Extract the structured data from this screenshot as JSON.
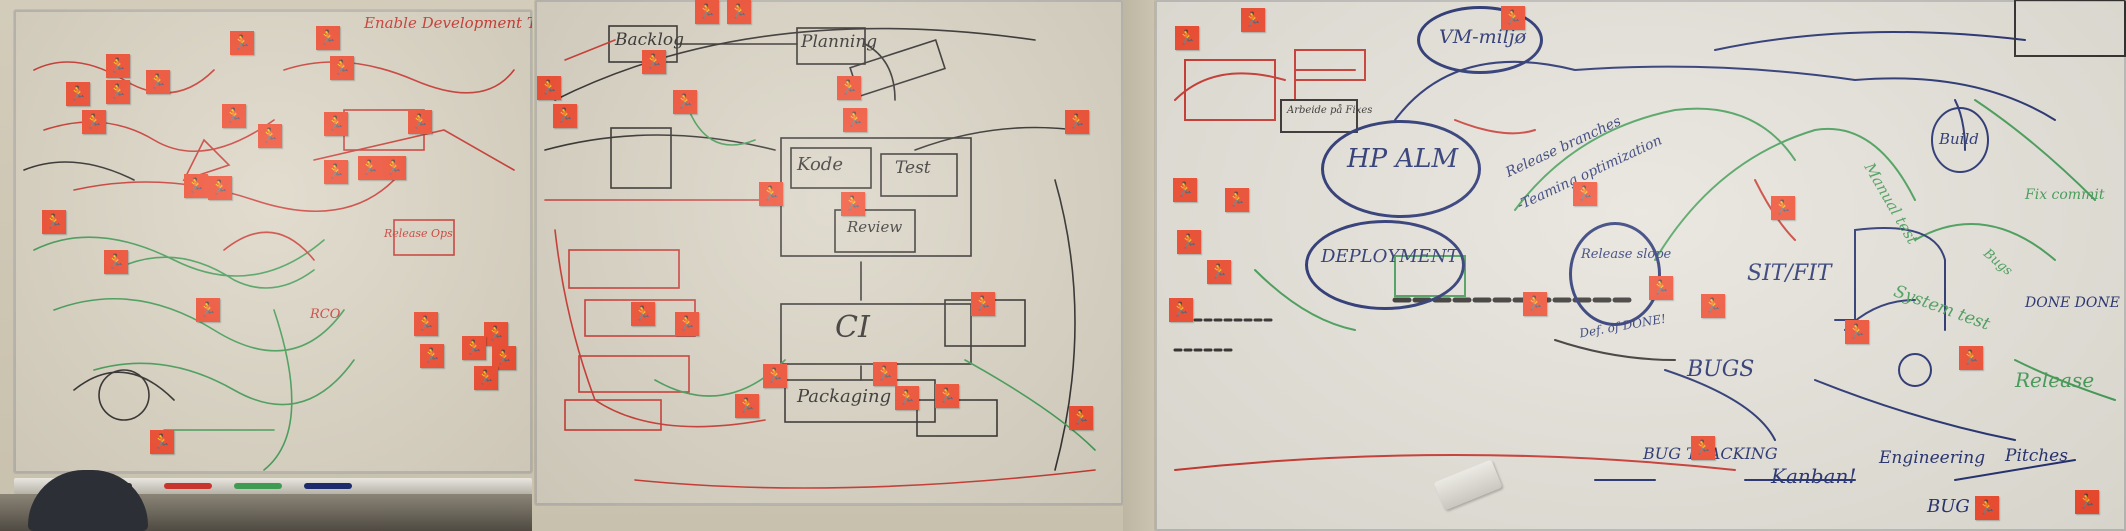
{
  "board_left": {
    "notes": {
      "enable_dev_team": "Enable Development Team",
      "release_ops": "Release Ops",
      "rco": "RCO"
    }
  },
  "board_middle": {
    "notes": {
      "backlog": "Backlog",
      "planning": "Planning",
      "code": "Kode",
      "test": "Test",
      "review": "Review",
      "ci": "CI",
      "packaging": "Packaging"
    }
  },
  "board_right": {
    "notes": {
      "vm_miljo": "VM-miljø",
      "hp_alm": "HP ALM",
      "deployment": "DEPLOYMENT",
      "release_branches": "Release branches",
      "teaming_optimization": "-Teaming optimization",
      "release_slope": "Release slope",
      "def_of_done": "Def. of DONE!",
      "sit_fit": "SIT/FIT",
      "bugs": "BUGS",
      "bug_tracking": "BUG TRACKING",
      "kanban": "Kanban!",
      "engineering": "Engineering",
      "pitches": "Pitches",
      "bug": "BUG",
      "release": "Release",
      "done_done": "DONE DONE",
      "manual_test": "Manual test",
      "system_test": "System test",
      "fix_commit": "Fix commit",
      "bugs_side": "Bugs",
      "build": "Build",
      "arbeide_pa_fixes": "Arbeide på Fixes"
    }
  },
  "icons": {
    "sticky": "person-pictogram-sticky-note",
    "tray": "marker-tray",
    "eraser": "whiteboard-eraser"
  },
  "colors": {
    "sticky_red": "#f0492c",
    "marker_red": "#c8352d",
    "marker_navy": "#1d2a6b",
    "marker_green": "#3f9a52"
  }
}
